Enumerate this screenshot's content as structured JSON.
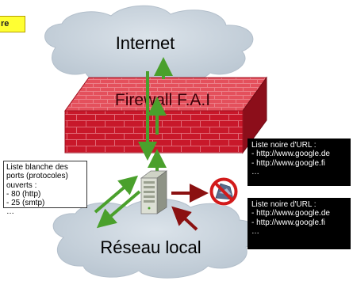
{
  "corner_tag": "re",
  "internet": {
    "label": "Internet"
  },
  "firewall": {
    "label": "Firewall F.A.I"
  },
  "local_network": {
    "label": "Réseau local"
  },
  "whitelist": {
    "lines": [
      "Liste blanche des",
      "ports (protocoles)",
      "ouverts :",
      "- 80 (http)",
      "- 25 (smtp)",
      "…"
    ]
  },
  "blacklist_top": {
    "lines": [
      "Liste noire d'URL :",
      "- http://www.google.de",
      "- http://www.google.fi",
      "…"
    ]
  },
  "blacklist_bottom": {
    "lines": [
      "Liste noire d'URL :",
      "- http://www.google.de",
      "- http://www.google.fi",
      "…"
    ]
  },
  "colors": {
    "cloud": "#c9d3dd",
    "cloud_edge": "#b3bfcb",
    "firewall_front": "#c8182a",
    "firewall_top": "#e4505c",
    "firewall_side": "#8c0e1a",
    "brick_line": "#f0a0a8",
    "green_arrow": "#4aa02c",
    "red_arrow": "#8b1111"
  },
  "icons": [
    "server-icon",
    "no-entry-icon"
  ]
}
